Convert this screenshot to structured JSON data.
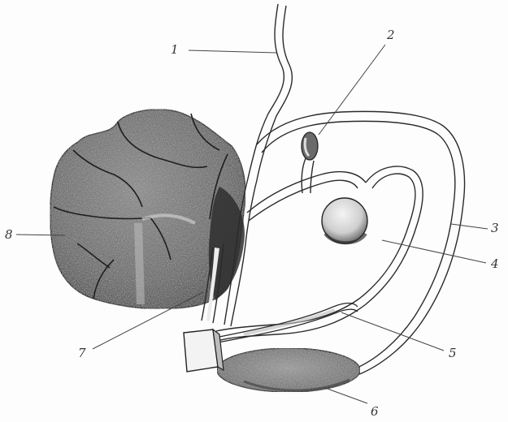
{
  "figure": {
    "labels": [
      {
        "id": "1",
        "text": "1"
      },
      {
        "id": "2",
        "text": "2"
      },
      {
        "id": "3",
        "text": "3"
      },
      {
        "id": "4",
        "text": "4"
      },
      {
        "id": "5",
        "text": "5"
      },
      {
        "id": "6",
        "text": "6"
      },
      {
        "id": "7",
        "text": "7"
      },
      {
        "id": "8",
        "text": "8"
      }
    ],
    "colors": {
      "ink": "#2a2a2a",
      "mass_fill": "#6e6e6e",
      "oval_fill": "#8a8a8a",
      "shade": "#3a3a3a",
      "line": "#444444"
    }
  }
}
